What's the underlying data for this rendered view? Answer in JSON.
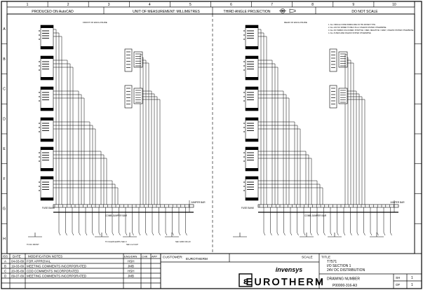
{
  "header": {
    "produced": "PRODUCED ON AutoCAD",
    "units": "UNIT OF MEASUREMENT: MILLIMETRES",
    "projection": "THIRD ANGLE PROJECTION",
    "scale_note": "DO NOT SCALE"
  },
  "columns": [
    "1",
    "2",
    "3",
    "4",
    "5",
    "6",
    "7",
    "8",
    "9",
    "10"
  ],
  "rows": [
    "A",
    "B",
    "C",
    "D",
    "E",
    "F",
    "G",
    "H"
  ],
  "left_sheet": {
    "view": "FRONT OF ENCLOSURE",
    "module_title": "24V DC REDUNDANT SUPPLY (UHE)",
    "fuse_label": "FUSE BANK",
    "jumper_label": "JUMPER BAR",
    "comb_label": "COMB JUMPER BAR",
    "bottom_labels": [
      "TO DC FRONT",
      "TO CLEAN EARTH SEC 3",
      "SEC 2+3 CLIP",
      "SEC GRID 316-A3"
    ]
  },
  "right_sheet": {
    "view": "REAR OF ENCLOSURE",
    "notes": [
      "1. ALL SINGLE CORE WIRES ARE OF TRI-RATED TYPE.",
      "2. ALL 24V DC WIRED TO BE 0.5mm² UNLESS STATED OTHERWISE.",
      "3. ALL DC WIRES COLOURED: POSITIVE = RED, NEGATIVE = GREY, UNLESS STATED OTHERWISE.",
      "4. ALL FUSES ARE UNLESS STATED OTHERWISE."
    ],
    "fuse_label": "FUSE BANK",
    "jumper_label": "JUMPER BAR",
    "comb_label": "COMB JUMPER BAR"
  },
  "revision_table": {
    "headers": [
      "ISS",
      "DATE",
      "MODIFICATION NOTES",
      "ENG/DRN",
      "CHK",
      "APP"
    ],
    "rows": [
      {
        "iss": "A",
        "date": "04-03-09",
        "notes": "FOR APPROVAL",
        "eng": "HSH"
      },
      {
        "iss": "B",
        "date": "19-03-09",
        "notes": "MEETING COMMENTS INCORPORATED",
        "eng": "JMB"
      },
      {
        "iss": "C",
        "date": "20-05-09",
        "notes": "CDD COMMENTS INCORPORATED",
        "eng": "HSH"
      },
      {
        "iss": "D",
        "date": "09-07-09",
        "notes": "MEETING COMMENTS INCORPORATED",
        "eng": "JMB"
      }
    ]
  },
  "title_block": {
    "customer_label": "CUSTOMER:",
    "customer": "EUROTHERM",
    "scale_label": "SCALE",
    "title_label": "TITLE",
    "title_lines": [
      "T7571",
      "I/O SECTION 1",
      "24V DC DISTRIBUTION"
    ],
    "brand": "invensys",
    "logo": "EUROTHERM",
    "drawing_number_label": "DRAWING NUMBER",
    "drawing_number": "P00000-316-A3",
    "sheet_label": "SH",
    "sheet": "1",
    "of_label": "OF",
    "of": "1"
  }
}
